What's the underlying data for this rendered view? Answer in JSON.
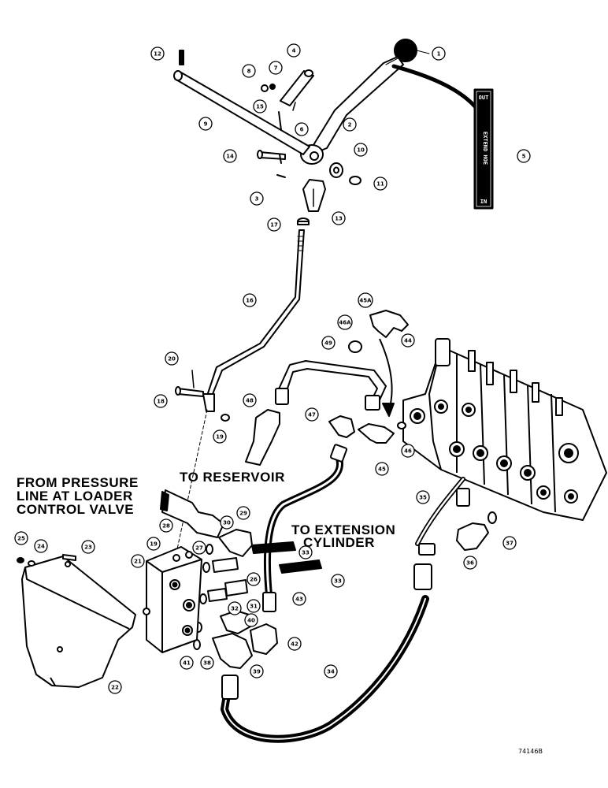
{
  "labels": {
    "to_reservoir": "TO RESERVOIR",
    "from_pressure_1": "FROM PRESSURE",
    "from_pressure_2": "LINE AT LOADER",
    "from_pressure_3": "CONTROL VALVE",
    "to_extension_1": "TO EXTENSION",
    "to_extension_2": "CYLINDER"
  },
  "reference_number": "74146B",
  "decal": {
    "top": "OUT",
    "middle": "EXTEND HOE",
    "bottom": "IN"
  },
  "callouts": [
    {
      "id": "c1",
      "text": "1"
    },
    {
      "id": "c2",
      "text": "2"
    },
    {
      "id": "c3",
      "text": "3"
    },
    {
      "id": "c4",
      "text": "4"
    },
    {
      "id": "c5",
      "text": "5"
    },
    {
      "id": "c6",
      "text": "6"
    },
    {
      "id": "c7",
      "text": "7"
    },
    {
      "id": "c8",
      "text": "8"
    },
    {
      "id": "c9",
      "text": "9"
    },
    {
      "id": "c10",
      "text": "10"
    },
    {
      "id": "c11",
      "text": "11"
    },
    {
      "id": "c12",
      "text": "12"
    },
    {
      "id": "c13",
      "text": "13"
    },
    {
      "id": "c14",
      "text": "14"
    },
    {
      "id": "c15",
      "text": "15"
    },
    {
      "id": "c16",
      "text": "16"
    },
    {
      "id": "c17",
      "text": "17"
    },
    {
      "id": "c18",
      "text": "18"
    },
    {
      "id": "c19",
      "text": "19"
    },
    {
      "id": "c20",
      "text": "20"
    },
    {
      "id": "c19b",
      "text": "19"
    },
    {
      "id": "c21",
      "text": "21"
    },
    {
      "id": "c22",
      "text": "22"
    },
    {
      "id": "c23",
      "text": "23"
    },
    {
      "id": "c24",
      "text": "24"
    },
    {
      "id": "c25",
      "text": "25"
    },
    {
      "id": "c26",
      "text": "26"
    },
    {
      "id": "c27",
      "text": "27"
    },
    {
      "id": "c28",
      "text": "28"
    },
    {
      "id": "c29",
      "text": "29"
    },
    {
      "id": "c30",
      "text": "30"
    },
    {
      "id": "c31",
      "text": "31"
    },
    {
      "id": "c32",
      "text": "32"
    },
    {
      "id": "c33",
      "text": "33"
    },
    {
      "id": "c33b",
      "text": "33"
    },
    {
      "id": "c34",
      "text": "34"
    },
    {
      "id": "c35",
      "text": "35"
    },
    {
      "id": "c36",
      "text": "36"
    },
    {
      "id": "c37",
      "text": "37"
    },
    {
      "id": "c38",
      "text": "38"
    },
    {
      "id": "c39",
      "text": "39"
    },
    {
      "id": "c40",
      "text": "40"
    },
    {
      "id": "c41",
      "text": "41"
    },
    {
      "id": "c42",
      "text": "42"
    },
    {
      "id": "c43",
      "text": "43"
    },
    {
      "id": "c44",
      "text": "44"
    },
    {
      "id": "c45",
      "text": "45"
    },
    {
      "id": "c45a",
      "text": "45A"
    },
    {
      "id": "c46",
      "text": "46"
    },
    {
      "id": "c46a",
      "text": "46A"
    },
    {
      "id": "c47",
      "text": "47"
    },
    {
      "id": "c48",
      "text": "48"
    },
    {
      "id": "c49",
      "text": "49"
    }
  ]
}
